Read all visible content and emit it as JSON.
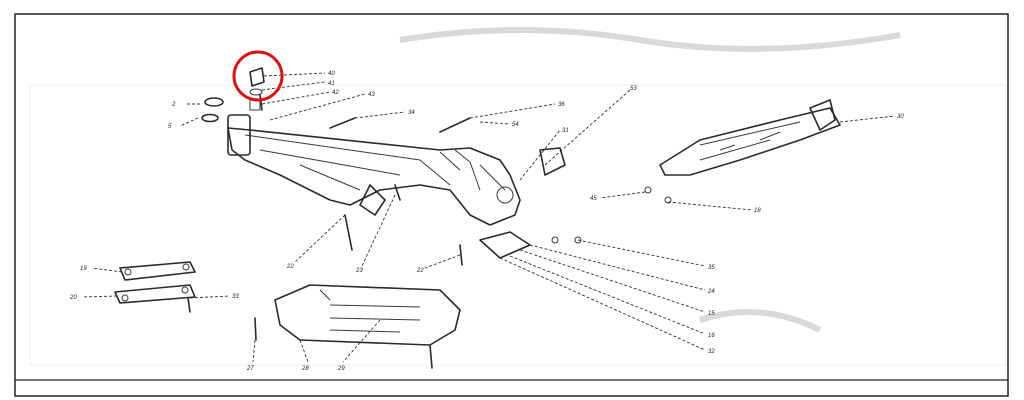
{
  "diagram": {
    "highlight_color": "#e01010",
    "highlighted_part": "40",
    "callouts": [
      {
        "id": "c-40",
        "text": "40"
      },
      {
        "id": "c-41",
        "text": "41"
      },
      {
        "id": "c-42",
        "text": "42"
      },
      {
        "id": "c-43",
        "text": "43"
      },
      {
        "id": "c-2",
        "text": "2"
      },
      {
        "id": "c-5",
        "text": "5"
      },
      {
        "id": "c-34",
        "text": "34"
      },
      {
        "id": "c-36",
        "text": "36"
      },
      {
        "id": "c-54",
        "text": "54"
      },
      {
        "id": "c-53",
        "text": "53"
      },
      {
        "id": "c-31",
        "text": "31"
      },
      {
        "id": "c-30",
        "text": "30"
      },
      {
        "id": "c-45",
        "text": "45"
      },
      {
        "id": "c-18",
        "text": "18"
      },
      {
        "id": "c-22",
        "text": "22"
      },
      {
        "id": "c-23",
        "text": "23"
      },
      {
        "id": "c-19",
        "text": "19"
      },
      {
        "id": "c-20",
        "text": "20"
      },
      {
        "id": "c-33",
        "text": "33"
      },
      {
        "id": "c-35",
        "text": "35"
      },
      {
        "id": "c-24",
        "text": "24"
      },
      {
        "id": "c-15",
        "text": "15"
      },
      {
        "id": "c-16",
        "text": "16"
      },
      {
        "id": "c-32",
        "text": "32"
      },
      {
        "id": "c-27",
        "text": "27"
      },
      {
        "id": "c-28",
        "text": "28"
      },
      {
        "id": "c-29",
        "text": "29"
      }
    ]
  }
}
